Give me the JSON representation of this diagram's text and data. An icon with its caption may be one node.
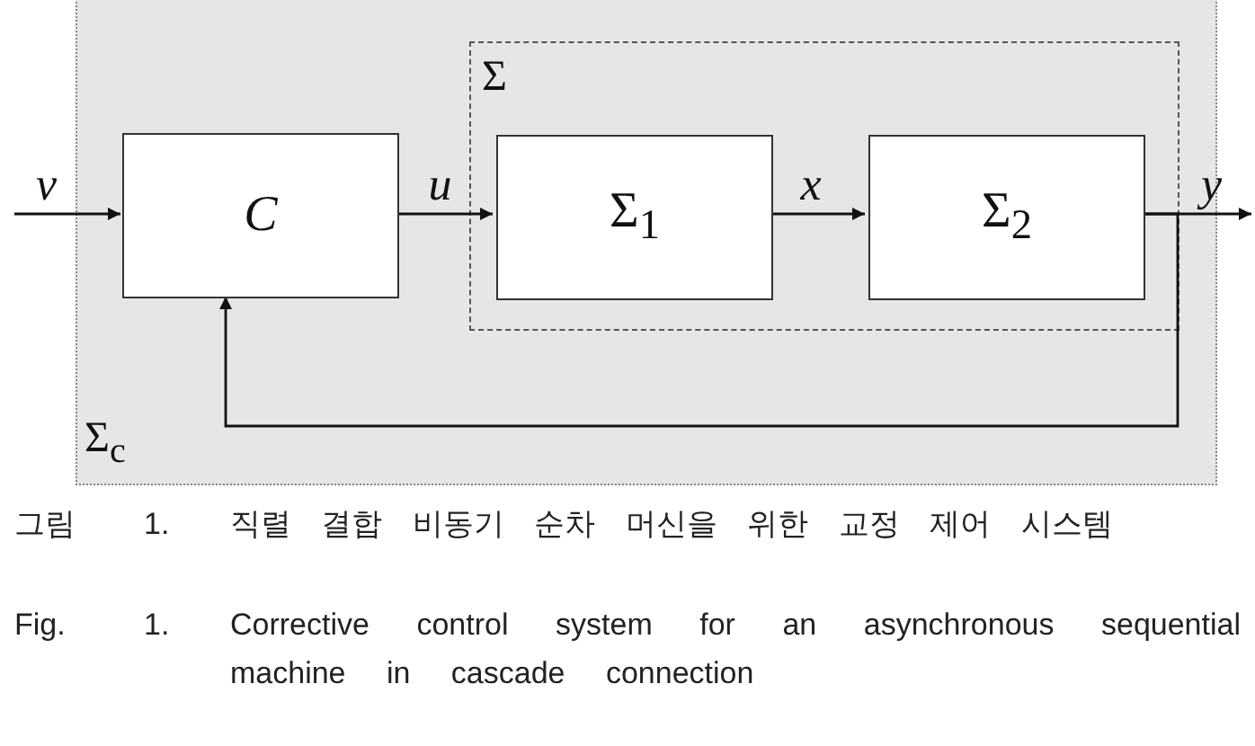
{
  "diagram": {
    "nodes": [
      {
        "text": [
          "Σ$_{c}$"
        ]
      },
      {
        "text": [
          "Σ"
        ],
        "in": 0
      },
      {
        "text": [
          "C"
        ],
        "in": 0
      },
      {
        "text": [
          "Σ$_{1}$"
        ],
        "in": 1
      },
      {
        "text": [
          "Σ$_{2}$"
        ],
        "in": 1
      }
    ],
    "edges": [
      {
        "from": null,
        "to": 2,
        "arrow": "to",
        "label": "v"
      },
      {
        "from": 2,
        "to": 3,
        "arrow": "to",
        "label": "u"
      },
      {
        "from": 3,
        "to": 4,
        "arrow": "to",
        "label": "x"
      },
      {
        "from": 4,
        "to": null,
        "arrow": "to",
        "label": "y"
      },
      {
        "from": 4,
        "to": 2,
        "arrow": "to"
      }
    ],
    "labels": [
      "그림",
      "1.",
      "직렬 결합 비동기 순차 머신을 위한 교정 제어 시스템",
      "Fig.",
      "1.",
      "Corrective control system for an asynchronous sequential machine in cascade connection"
    ]
  }
}
